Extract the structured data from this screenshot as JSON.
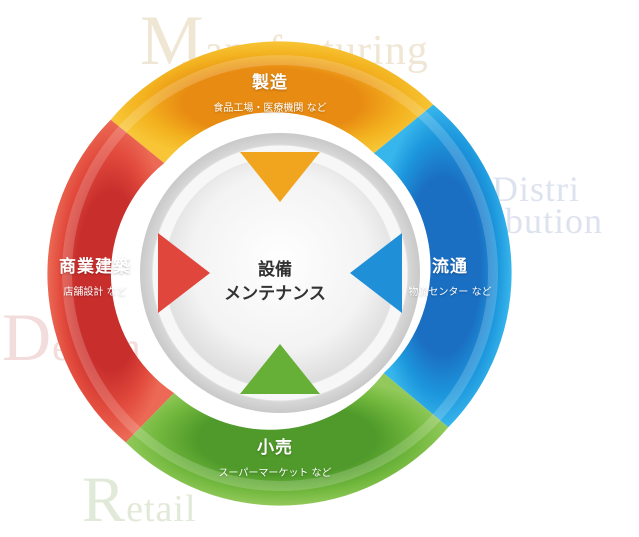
{
  "watermarks": {
    "manufacturing": {
      "initial": "M",
      "rest": "anufacturing"
    },
    "distri": "Distri",
    "bution": "bution",
    "design": {
      "initial": "D",
      "rest": "esign"
    },
    "retail": {
      "initial": "R",
      "rest": "etail"
    }
  },
  "center": {
    "line1": "設備",
    "line2": "メンテナンス"
  },
  "segments": {
    "manufacturing": {
      "title": "製造",
      "subtitle": "食品工場・医療機関 など"
    },
    "distribution": {
      "title": "流通",
      "subtitle": "物流センター など"
    },
    "retail": {
      "title": "小売",
      "subtitle": "スーパーマーケット など"
    },
    "design": {
      "title": "商業建築",
      "subtitle": "店舗設計 など"
    }
  },
  "colors": {
    "manufacturing": "#f0a21c",
    "distribution": "#1f8fd8",
    "retail": "#6cb43c",
    "design": "#e0463c",
    "center": "#f4f4f4"
  }
}
